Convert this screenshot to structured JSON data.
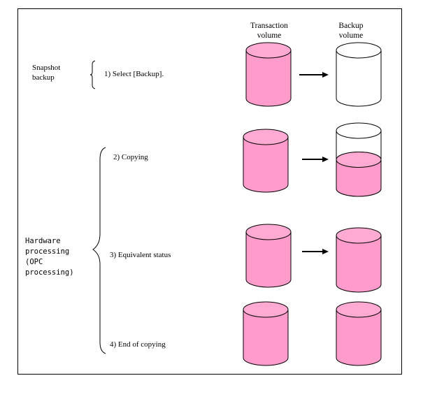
{
  "colors": {
    "volume_top": "#ffaad2",
    "volume_body": "#ff9ccb",
    "empty": "#ffffff",
    "stroke": "#000000"
  },
  "headers": {
    "transaction": [
      "Transaction",
      "volume"
    ],
    "backup": [
      "Backup",
      "volume"
    ]
  },
  "groups": {
    "snapshot": [
      "Snapshot",
      "backup"
    ],
    "hardware": [
      "Hardware",
      "processing",
      "(OPC",
      "processing)"
    ]
  },
  "steps": [
    {
      "label": "1) Select [Backup].",
      "transaction_fill": 1.0,
      "backup_fill": 0.0,
      "arrow": true
    },
    {
      "label": "2) Copying",
      "transaction_fill": 1.0,
      "backup_fill": 0.5,
      "arrow": true
    },
    {
      "label": "3) Equivalent status",
      "transaction_fill": 1.0,
      "backup_fill": 1.0,
      "arrow": true
    },
    {
      "label": "4) End of copying",
      "transaction_fill": 1.0,
      "backup_fill": 1.0,
      "arrow": false
    }
  ]
}
